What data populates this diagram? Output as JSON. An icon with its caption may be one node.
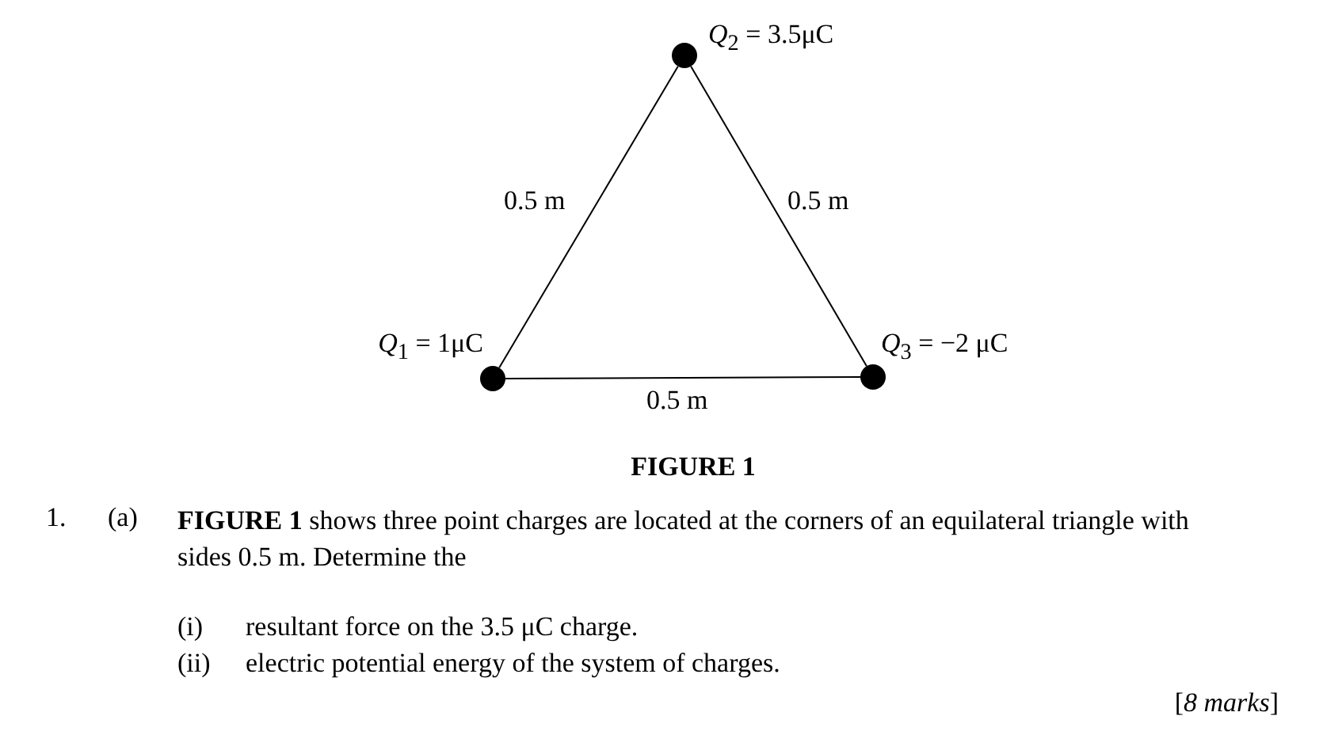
{
  "diagram": {
    "caption": "FIGURE 1",
    "nodes": [
      {
        "text": [],
        "shape": "circle",
        "beside": [
          "*Q*$_{2}$ = 3.5μC"
        ]
      },
      {
        "text": [],
        "shape": "circle",
        "beside": [
          "*Q*$_{1}$ = 1μC"
        ]
      },
      {
        "text": [],
        "shape": "circle",
        "beside": [
          "*Q*$_{3}$ = −2 μC"
        ]
      }
    ],
    "edges": [
      {
        "from": 1,
        "to": 0,
        "arrow": "none",
        "label": "0.5 m"
      },
      {
        "from": 0,
        "to": 2,
        "arrow": "none",
        "label": "0.5 m"
      },
      {
        "from": 1,
        "to": 2,
        "arrow": "none",
        "label": "0.5 m"
      }
    ],
    "labels": [
      "1.",
      "(a)",
      "**FIGURE 1** shows three point charges are located at the corners of an equilateral triangle with sides 0.5 m. Determine the",
      "(i)",
      "resultant force on the 3.5 μC charge.",
      "(ii)",
      "electric potential energy of the system of charges.",
      "[*8 marks*]"
    ]
  }
}
